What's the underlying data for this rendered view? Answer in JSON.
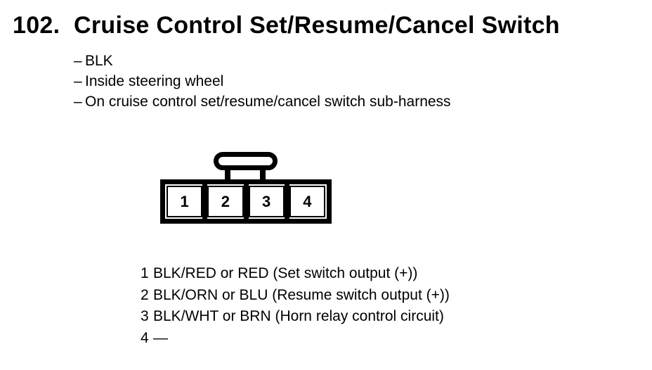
{
  "heading": {
    "number": "102.",
    "title": "Cruise Control Set/Resume/Cancel Switch"
  },
  "details": {
    "dash": "–",
    "items": [
      "BLK",
      "Inside steering wheel",
      "On cruise control set/resume/cancel switch sub-harness"
    ]
  },
  "connector": {
    "pins": [
      "1",
      "2",
      "3",
      "4"
    ]
  },
  "legend": {
    "rows": [
      {
        "pin": "1",
        "desc": "BLK/RED or RED (Set switch output (+))"
      },
      {
        "pin": "2",
        "desc": "BLK/ORN or BLU (Resume switch output (+))"
      },
      {
        "pin": "3",
        "desc": "BLK/WHT or BRN (Horn relay control circuit)"
      },
      {
        "pin": "4",
        "desc": "—"
      }
    ]
  },
  "colors": {
    "ink": "#000000",
    "background": "#ffffff"
  }
}
